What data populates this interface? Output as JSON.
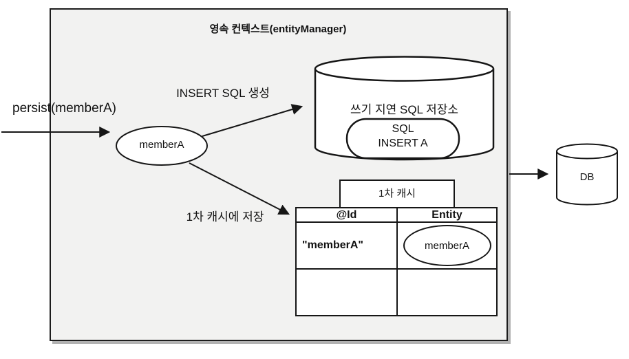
{
  "diagram": {
    "title": "영속 컨텍스트(entityManager)",
    "persist_call": "persist(memberA)",
    "member_entity": "memberA",
    "arrows": {
      "insert_sql": "INSERT SQL 생성",
      "first_cache_store": "1차 캐시에 저장"
    },
    "sql_store": {
      "title": "쓰기 지연 SQL 저장소",
      "queued_sql": {
        "line1": "SQL",
        "line2": "INSERT A"
      }
    },
    "first_cache": {
      "title": "1차 캐시",
      "columns": {
        "id": "@Id",
        "entity": "Entity"
      },
      "row1": {
        "id": "\"memberA\"",
        "entity": "memberA"
      },
      "row2": {
        "id": "",
        "entity": ""
      }
    },
    "db": "DB",
    "colors": {
      "context_fill": "#f2f2f1",
      "stroke": "#161616",
      "shape_fill": "#ffffff"
    }
  }
}
